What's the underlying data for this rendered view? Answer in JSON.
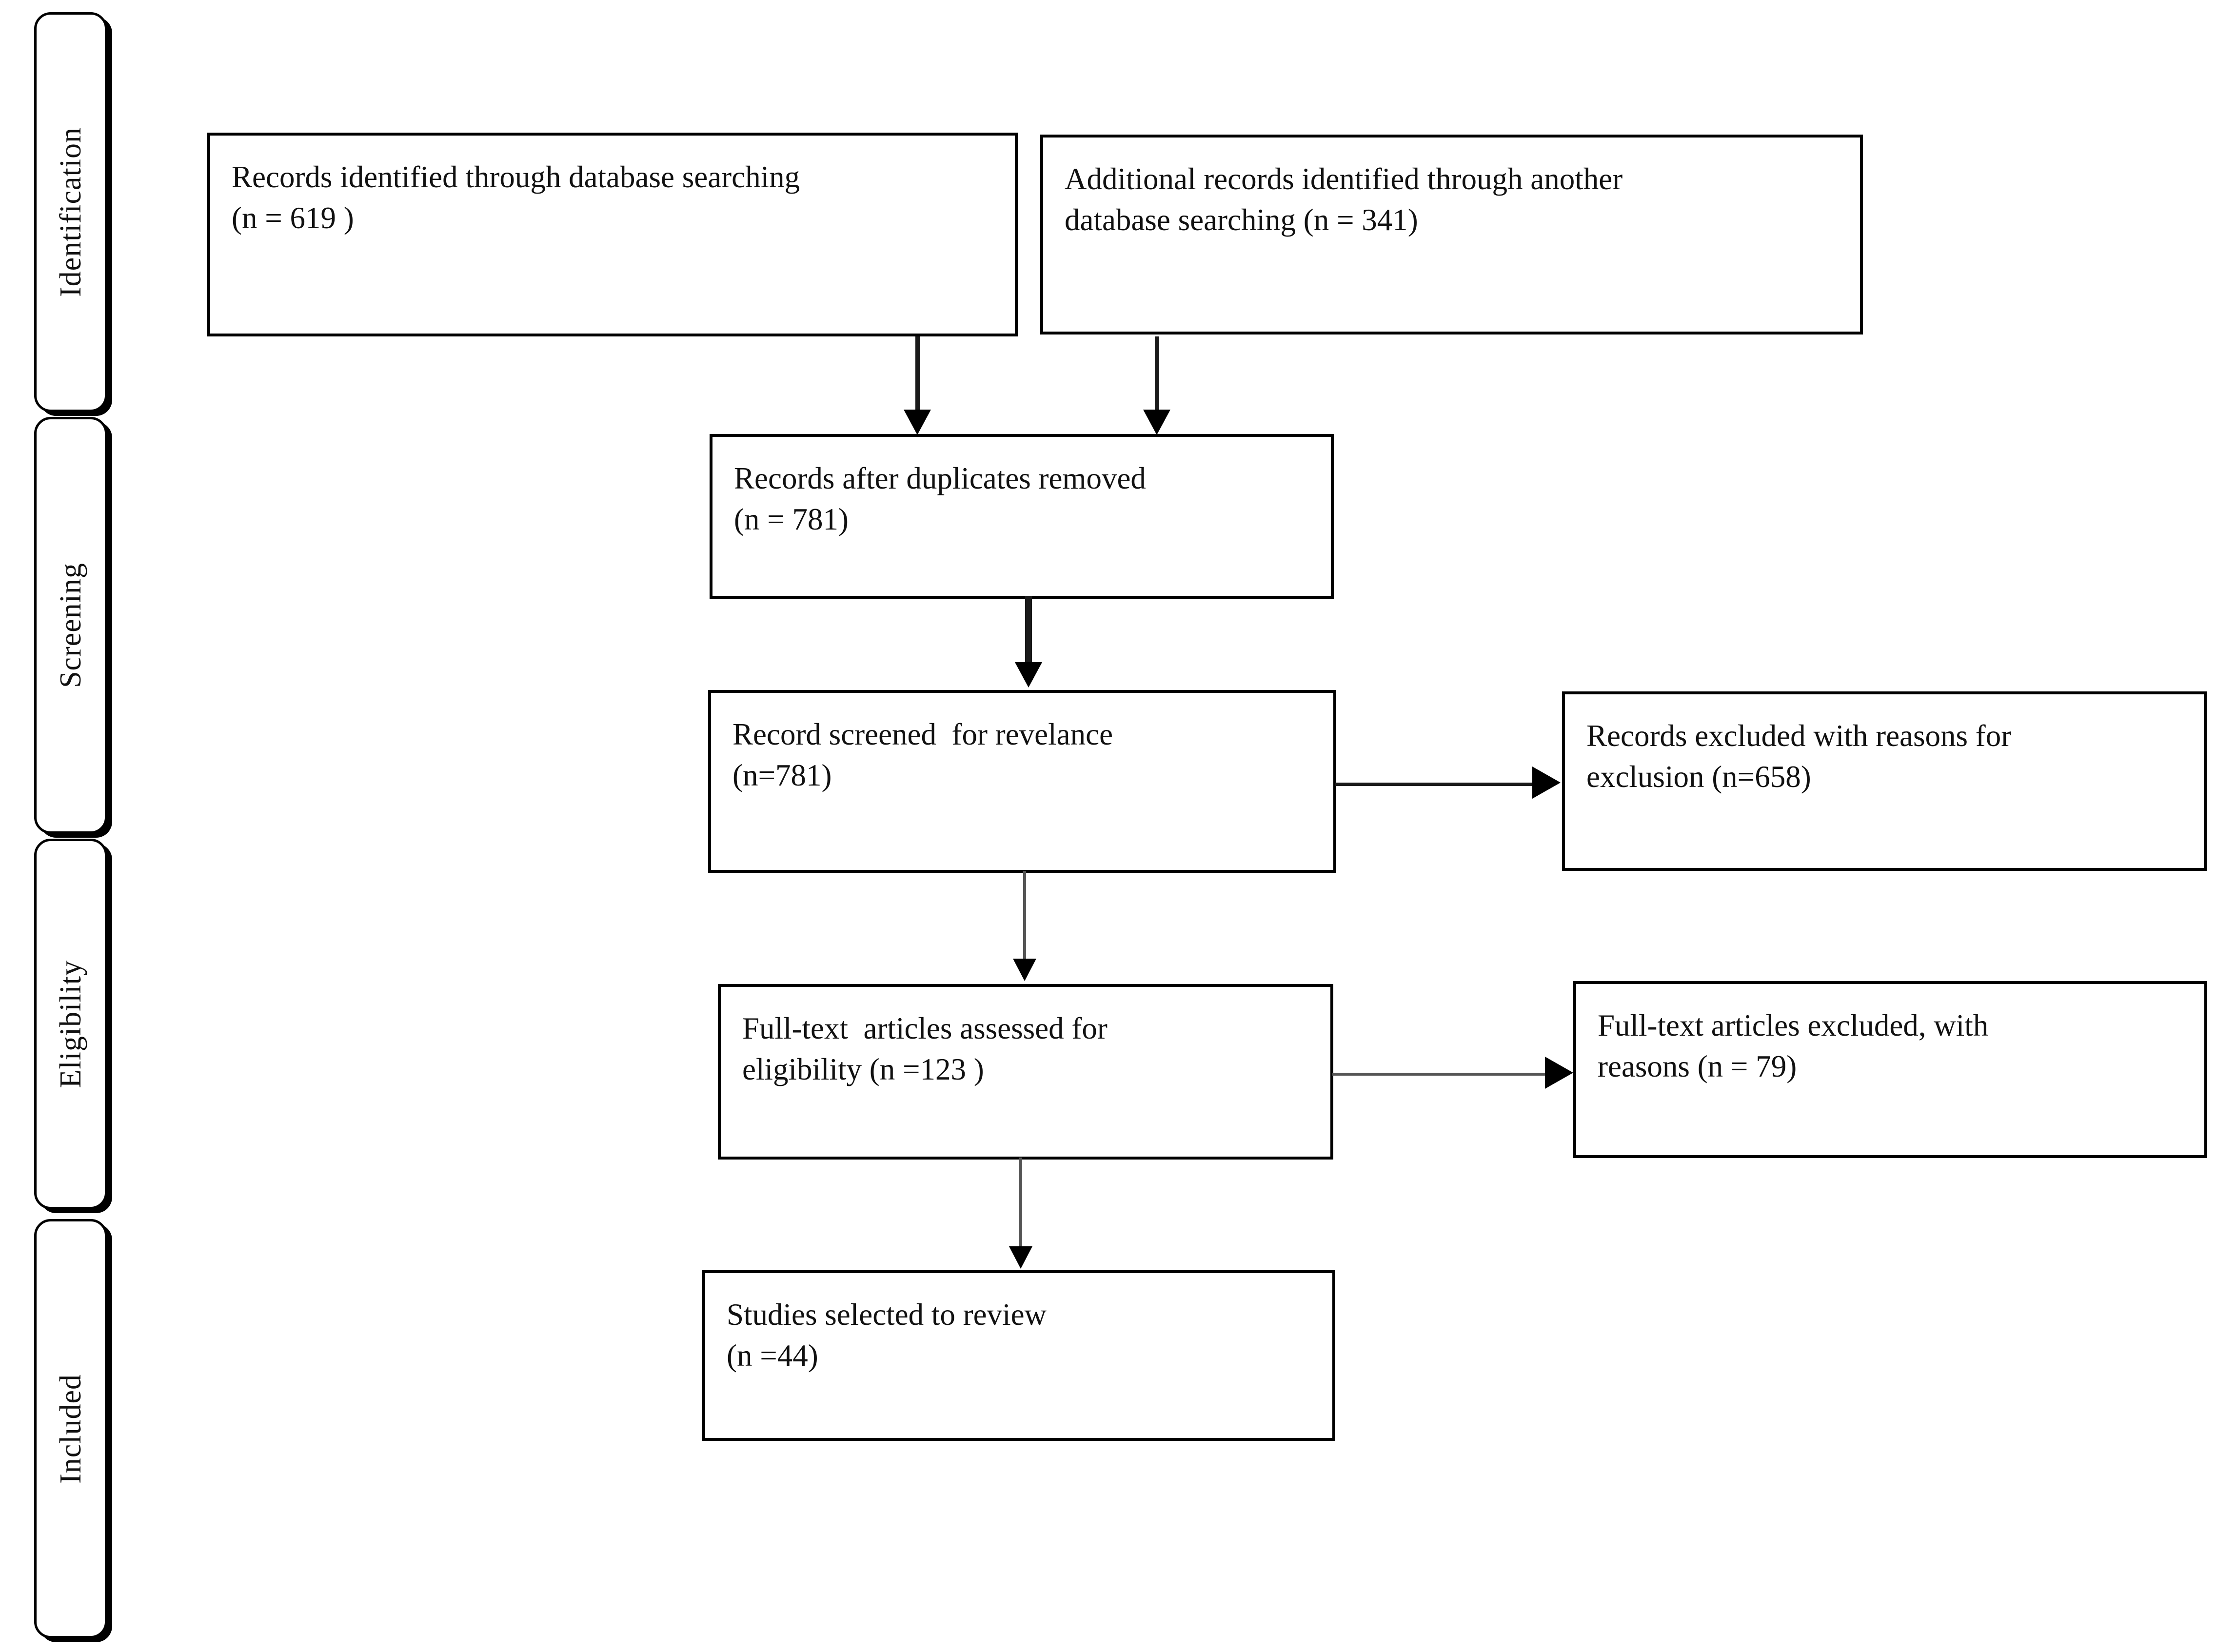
{
  "diagram": {
    "type": "prisma-flow-diagram",
    "stages": [
      {
        "id": "identification",
        "label": "Identification"
      },
      {
        "id": "screening",
        "label": "Screening"
      },
      {
        "id": "eligibility",
        "label": "Eligibility"
      },
      {
        "id": "included",
        "label": "Included"
      }
    ],
    "boxes": [
      {
        "id": "records-identified-database",
        "text": "Records identified through database searching\n(n = 619 )"
      },
      {
        "id": "additional-records-another-database",
        "text": "Additional records identified through another\ndatabase searching (n = 341)"
      },
      {
        "id": "records-after-duplicates-removed",
        "text": "Records after duplicates removed\n(n = 781)"
      },
      {
        "id": "records-screened-for-relevance",
        "text": "Record screened  for revelance\n(n=781)"
      },
      {
        "id": "records-excluded-with-reasons",
        "text": "Records excluded with reasons for\nexclusion (n=658)"
      },
      {
        "id": "full-text-assessed-eligibility",
        "text": "Full-text  articles assessed for\neligibility (n =123 )"
      },
      {
        "id": "full-text-excluded-with-reasons",
        "text": "Full-text articles excluded, with\nreasons (n = 79)"
      },
      {
        "id": "studies-selected-to-review",
        "text": "Studies selected to review\n(n =44)"
      }
    ],
    "counts": {
      "database_searching": 619,
      "another_database_searching": 341,
      "after_duplicates_removed": 781,
      "screened_for_relevance": 781,
      "excluded_with_reasons": 658,
      "full_text_assessed": 123,
      "full_text_excluded": 79,
      "studies_selected": 44
    },
    "colors": {
      "line": "#1a1a1a",
      "box_border": "#000000",
      "text": "#111111",
      "background": "#ffffff"
    }
  }
}
